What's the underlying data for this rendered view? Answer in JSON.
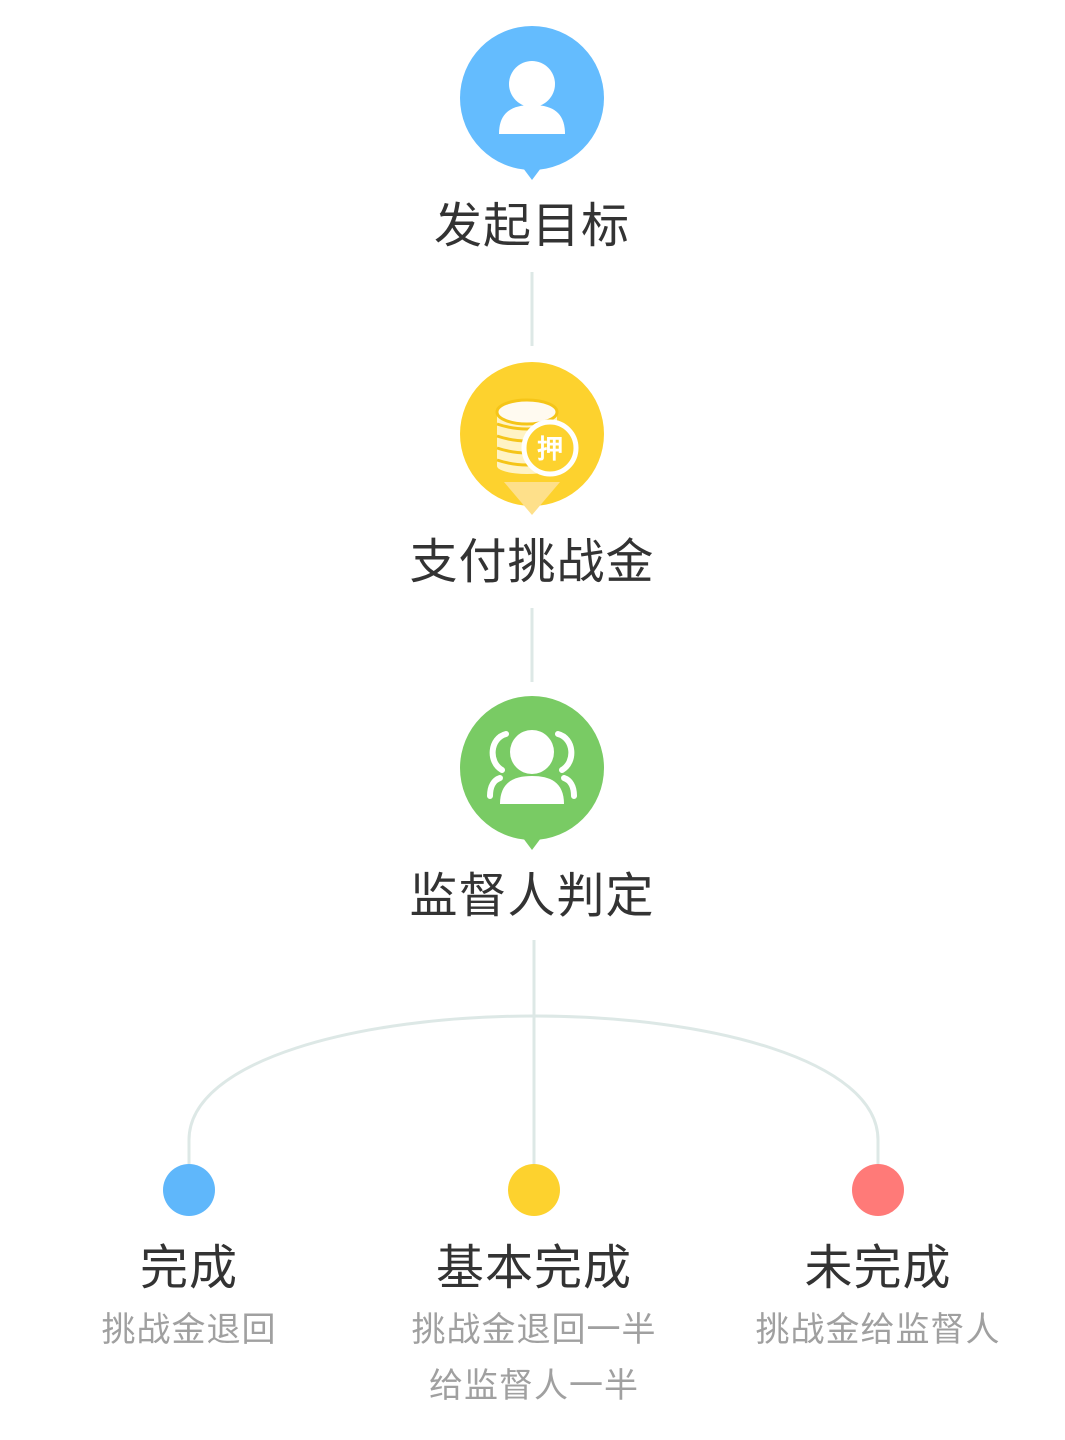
{
  "steps": [
    {
      "label": "发起目标",
      "icon": "user-icon",
      "color": "#64bcfe"
    },
    {
      "label": "支付挑战金",
      "icon": "deposit-coins-icon",
      "color": "#fdd22e",
      "badge": "押"
    },
    {
      "label": "监督人判定",
      "icon": "group-icon",
      "color": "#79cb64"
    }
  ],
  "outcomes": [
    {
      "title": "完成",
      "desc": "挑战金退回",
      "desc2": "",
      "color": "#5fb7fb"
    },
    {
      "title": "基本完成",
      "desc": "挑战金退回一半",
      "desc2": "给监督人一半",
      "color": "#fdd22e"
    },
    {
      "title": "未完成",
      "desc": "挑战金给监督人",
      "desc2": "",
      "color": "#ff7a78"
    }
  ],
  "connector_color": "#dde8e6"
}
